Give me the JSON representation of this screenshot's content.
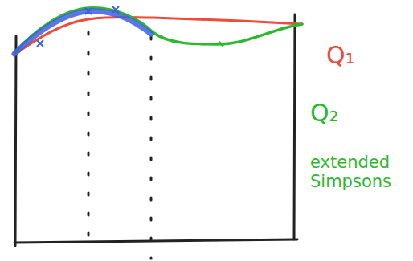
{
  "diagram": {
    "labels": [
      "Q₁",
      "Q₂",
      "extended Simpsons"
    ]
  }
}
